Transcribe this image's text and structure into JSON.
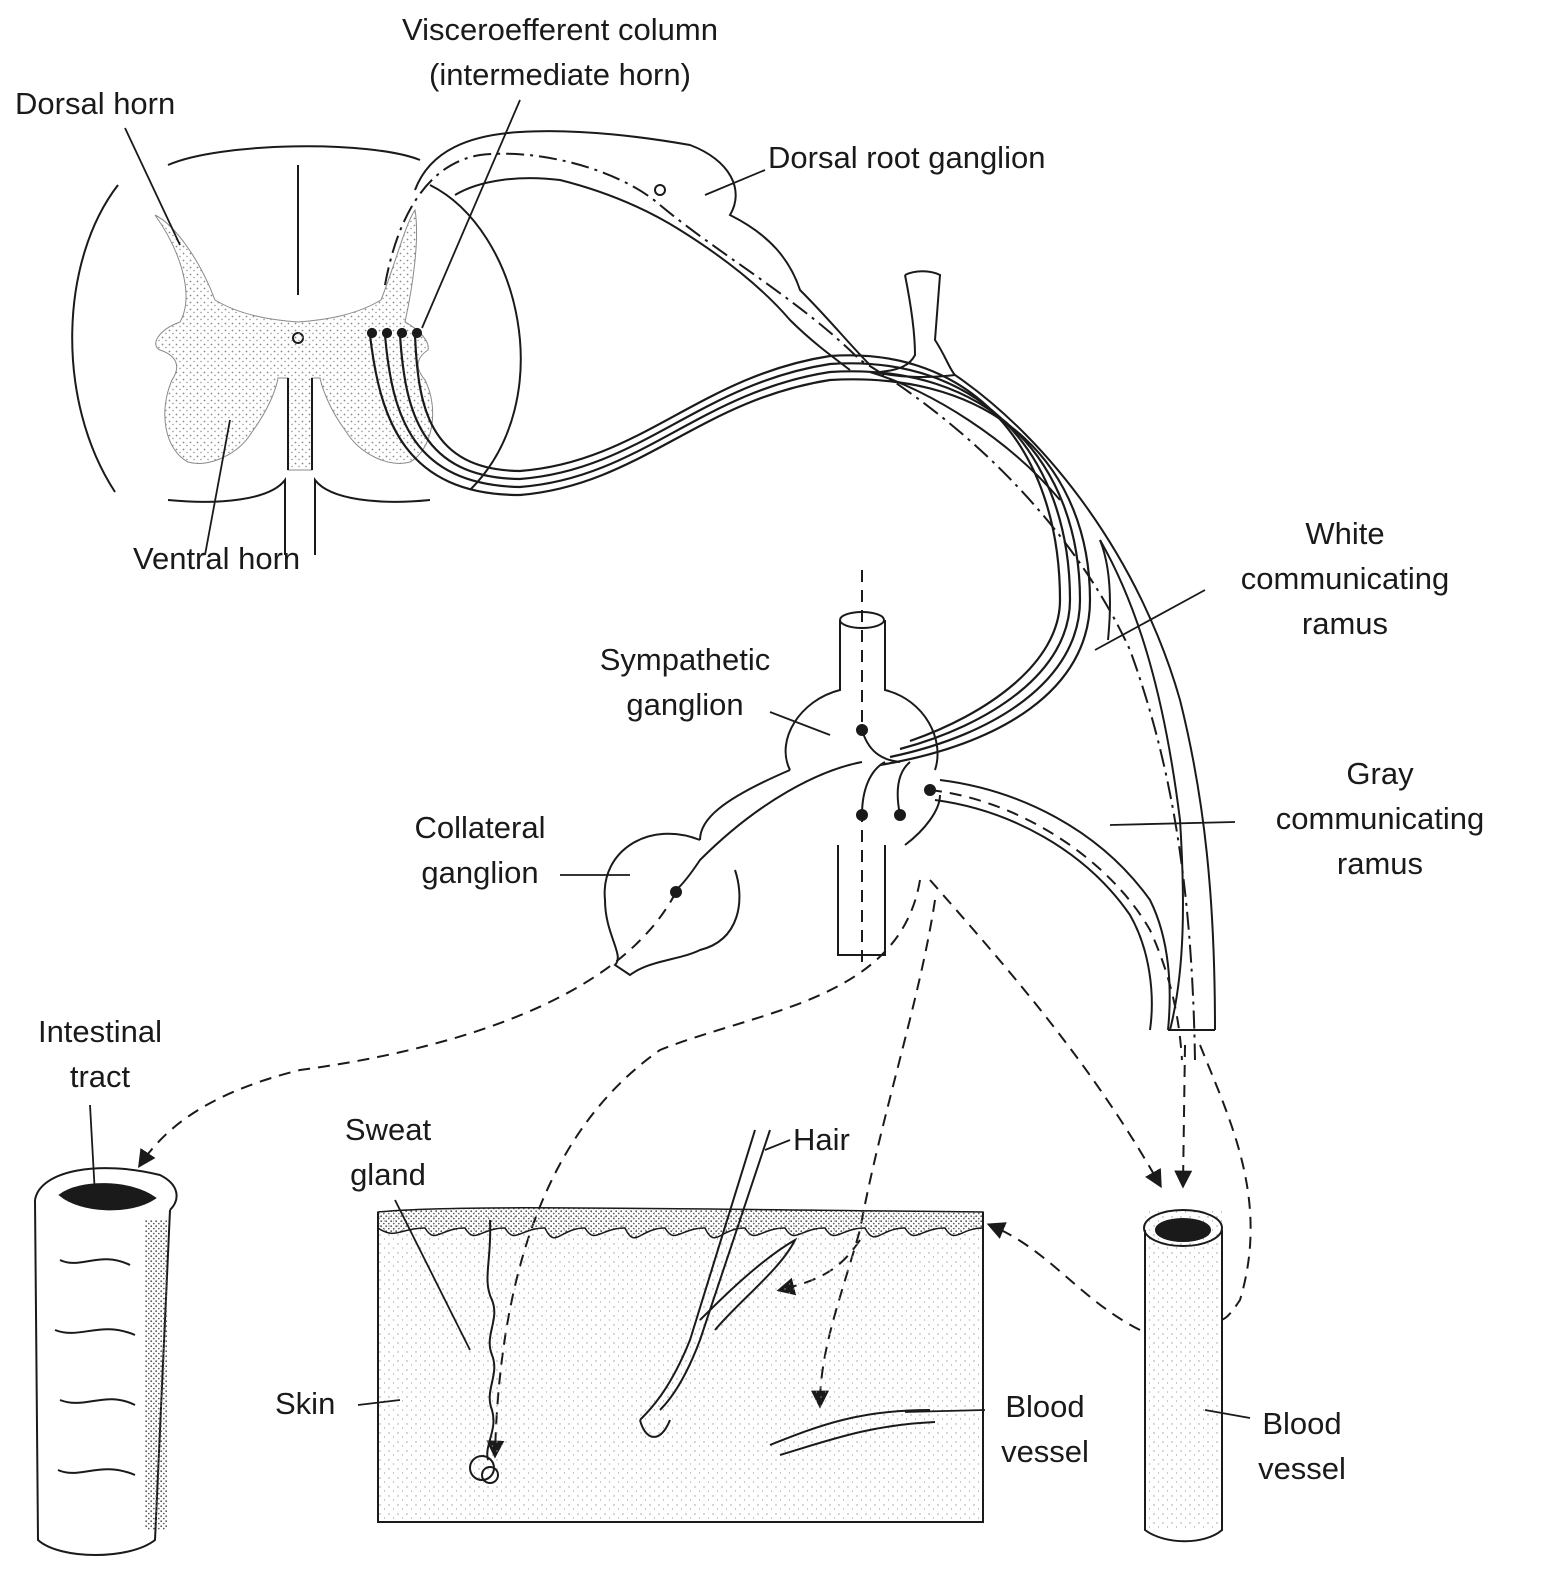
{
  "labels": {
    "visceroefferent_column": [
      "Visceroefferent column",
      "(intermediate horn)"
    ],
    "dorsal_horn": [
      "Dorsal horn"
    ],
    "dorsal_root_ganglion": [
      "Dorsal root ganglion"
    ],
    "ventral_horn": [
      "Ventral horn"
    ],
    "white_communicating_ramus": [
      "White",
      "communicating",
      "ramus"
    ],
    "sympathetic_ganglion": [
      "Sympathetic",
      "ganglion"
    ],
    "gray_communicating_ramus": [
      "Gray",
      "communicating",
      "ramus"
    ],
    "collateral_ganglion": [
      "Collateral",
      "ganglion"
    ],
    "intestinal_tract": [
      "Intestinal",
      "tract"
    ],
    "sweat_gland": [
      "Sweat",
      "gland"
    ],
    "hair": [
      "Hair"
    ],
    "skin": [
      "Skin"
    ],
    "blood_vessel_skin": [
      "Blood",
      "vessel"
    ],
    "blood_vessel_large": [
      "Blood",
      "vessel"
    ]
  },
  "colors": {
    "ink": "#1a1a1a",
    "stipple": "#9a9a9a",
    "epidermis": "#7a7a7a",
    "background": "#ffffff"
  }
}
